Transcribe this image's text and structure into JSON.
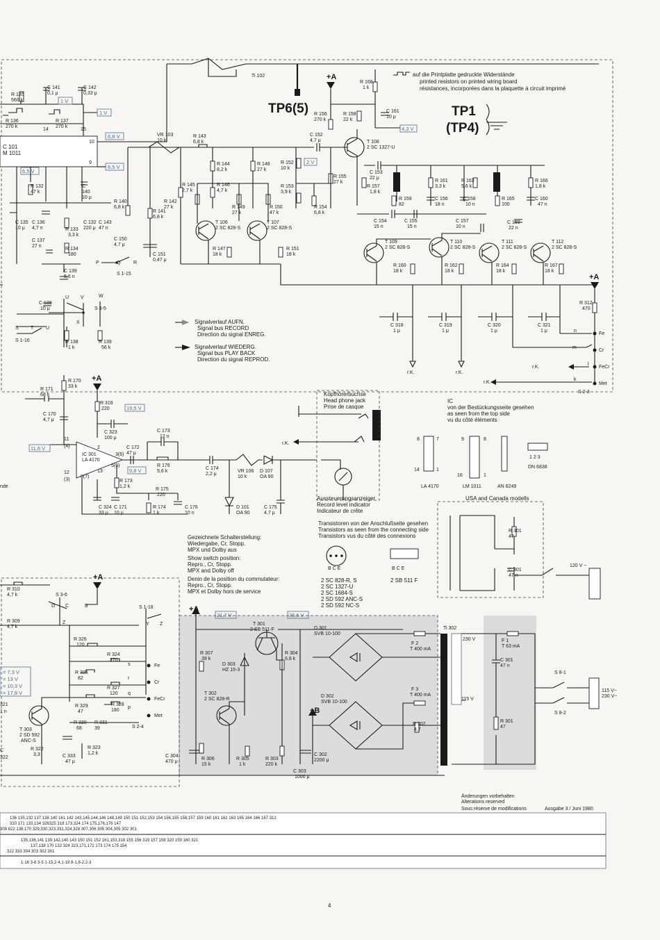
{
  "header": {
    "tp6": "TP6(5)",
    "tp1": "TP1",
    "tp4": "(TP4)",
    "note": [
      "auf die Printplatte gedruckte Widerstände",
      "printed resistors on printed wiring board",
      "résistances, incorporées dans la plaquette à circuit imprimé"
    ]
  },
  "voltages": [
    "1 V",
    "1 V",
    "6,8 V",
    "6,5 V",
    "6,5 V",
    "2 V",
    "4,3 V",
    "19,5 V",
    "11,6 V",
    "9,8 V",
    "21,7 V",
    "30,6 V"
  ],
  "components": {
    "r135": [
      "R 135",
      "560 k"
    ],
    "r136": [
      "R 136",
      "270 k"
    ],
    "r137": [
      "R 137",
      "270 k"
    ],
    "c141": [
      "C 141",
      "0,1 μ"
    ],
    "c142": [
      "C 142",
      "0,33 μ"
    ],
    "ic101": [
      "C 101",
      "M 1011"
    ],
    "r132": [
      "R 132",
      "47 k"
    ],
    "c135": [
      "C 135",
      "10 μ"
    ],
    "c136": [
      "C 136",
      "4,7 n"
    ],
    "r133": [
      "R 133",
      "3,3 k"
    ],
    "c140": [
      "C",
      "140",
      "10 μ"
    ],
    "c132": [
      "C 132",
      "220 μ"
    ],
    "c143": [
      "C 143",
      "47 n"
    ],
    "c137": [
      "C 137",
      "27 n"
    ],
    "r134": [
      "R 134",
      "180"
    ],
    "c139": [
      "C 139",
      "5,6 n"
    ],
    "c138": [
      "C 138",
      "10 μ"
    ],
    "r138": [
      "R 138",
      "1 k"
    ],
    "r139": [
      "R 139",
      "56 k"
    ],
    "vr103": [
      "VR 103",
      "10 k"
    ],
    "r143": [
      "R 143",
      "6,8 k"
    ],
    "r144": [
      "R 144",
      "8,2 k"
    ],
    "r148": [
      "R 148",
      "27 k"
    ],
    "r145": [
      "R 145",
      "2,7 k"
    ],
    "r146": [
      "R 146",
      "4,7 k"
    ],
    "r140": [
      "R 140",
      "6,8 k"
    ],
    "r141": [
      "R 141",
      "6,8 k"
    ],
    "r142": [
      "R 142",
      "27 k"
    ],
    "r149": [
      "R 149",
      "27 k"
    ],
    "r150": [
      "R 150",
      "47 k"
    ],
    "c150": [
      "C 150",
      "4,7 μ"
    ],
    "c151": [
      "C 151",
      "0,47 μ"
    ],
    "t106": [
      "T 106",
      "2 SC 828-S"
    ],
    "t107": [
      "T 107",
      "2 SC 828-S"
    ],
    "r147": [
      "R 147",
      "18 k"
    ],
    "r151": [
      "R 151",
      "18 k"
    ],
    "r156": [
      "R 156",
      "270 k"
    ],
    "r158": [
      "R 158",
      "22 k"
    ],
    "r168": [
      "R 168",
      "1 k"
    ],
    "c161": [
      "C 161",
      "10 μ"
    ],
    "c152": [
      "C 152",
      "4,7 μ"
    ],
    "r152": [
      "R 152",
      "10 k"
    ],
    "r153": [
      "R 153",
      "3,9 k"
    ],
    "r154": [
      "R 154",
      "6,8 k"
    ],
    "r155": [
      "R 155",
      "27 k"
    ],
    "t108": [
      "T 108",
      "2 SC 1327-U"
    ],
    "r157": [
      "R 157",
      "1,8 k"
    ],
    "c153": [
      "C 153",
      "22 μ"
    ],
    "r159": [
      "R 159",
      "82"
    ],
    "r161": [
      "R 161",
      "3,3 k"
    ],
    "r163": [
      "R 163",
      "5,6 k"
    ],
    "r165": [
      "R 165",
      "100"
    ],
    "r166": [
      "R 166",
      "1,8 k"
    ],
    "c156": [
      "C 156",
      "18 n"
    ],
    "c158": [
      "C 158",
      "10 n"
    ],
    "c160": [
      "C 160",
      "47 n"
    ],
    "c154": [
      "C 154",
      "15 n"
    ],
    "c155": [
      "C 155",
      "15 n"
    ],
    "c157": [
      "C 157",
      "10 n"
    ],
    "c159": [
      "C 159",
      "22 n"
    ],
    "t109": [
      "T 109",
      "2 SC 828-S"
    ],
    "t110": [
      "T 110",
      "2 SC 828-S"
    ],
    "t111": [
      "T 111",
      "2 SC 828-S"
    ],
    "t112": [
      "T 112",
      "2 SC 828-S"
    ],
    "r160": [
      "R 160",
      "18 k"
    ],
    "r162": [
      "R 162",
      "18 k"
    ],
    "r164": [
      "R 164",
      "18 k"
    ],
    "r167": [
      "R 167",
      "18 k"
    ],
    "c318": [
      "C 318",
      "1 μ"
    ],
    "c319": [
      "C 319",
      "1 μ"
    ],
    "c320": [
      "C 320",
      "1 μ"
    ],
    "c321": [
      "C 321",
      "1 μ"
    ],
    "r312": [
      "R 312",
      "470"
    ],
    "ti102": "Ti 102",
    "r171": [
      "R 171",
      "68 k"
    ],
    "r170": [
      "R 170",
      "33 k"
    ],
    "c170": [
      "C 170",
      "4,7 μ"
    ],
    "r318": [
      "R 318",
      "220"
    ],
    "c323": [
      "C 323",
      "100 μ"
    ],
    "ic301": [
      "IC 301",
      "LA 4170"
    ],
    "c172": [
      "C 172",
      "47 μ"
    ],
    "c173": [
      "C 173",
      "12 n"
    ],
    "r176": [
      "R 176",
      "5,6 k"
    ],
    "r173": [
      "R 173",
      "1,2 k"
    ],
    "r175": [
      "R 175",
      "220"
    ],
    "r174": [
      "R 174",
      "1 k"
    ],
    "c324": [
      "C 324",
      "33 μ"
    ],
    "c171": [
      "C 171",
      "10 μ"
    ],
    "c176": [
      "C 176",
      "10 n"
    ],
    "c174": [
      "C 174",
      "2,2 μ"
    ],
    "vr106": [
      "VR 106",
      "10 k"
    ],
    "d107": [
      "D 107",
      "OA 90"
    ],
    "d101": [
      "D 101",
      "OA 90"
    ],
    "c175": [
      "C 175",
      "4,7 μ"
    ],
    "r310": [
      "R 310",
      "4,7 k"
    ],
    "r309": [
      "R 309",
      "4,7 k"
    ],
    "r326": [
      "R 326",
      "120"
    ],
    "r324": [
      "R 324",
      "270"
    ],
    "r325": [
      "R 325",
      "82"
    ],
    "r327": [
      "R 327",
      "120"
    ],
    "r328": [
      "R 328",
      "180"
    ],
    "r329": [
      "R 329",
      "47"
    ],
    "r330": [
      "R 330",
      "68"
    ],
    "r331": [
      "R 331",
      "39"
    ],
    "r322": [
      "R 322",
      "3,3"
    ],
    "r323": [
      "R 323",
      "1,2 k"
    ],
    "c333": [
      "C 333",
      "47 μ"
    ],
    "t303": [
      "T 303",
      "2 SD 592",
      "ANC-S"
    ],
    "r307": [
      "R 307",
      "39 k"
    ],
    "d303": [
      "D 303",
      "HZ 15-3"
    ],
    "t301": [
      "T 301",
      "2 SB 511-F"
    ],
    "r304": [
      "R 304",
      "6,8 k"
    ],
    "t302": [
      "T 302",
      "2 SC 828-R"
    ],
    "c304": [
      "C 304",
      "470 μ"
    ],
    "r306": [
      "R 306",
      "15 k"
    ],
    "r305": [
      "R 305",
      "1 k"
    ],
    "r303": [
      "R 303",
      "220 k"
    ],
    "c302": [
      "C 302",
      "2200 μ"
    ],
    "c303": [
      "C 303",
      "1000 μ"
    ],
    "d301": [
      "D 301",
      "SVB 10-100"
    ],
    "d302": [
      "D 302",
      "SVB 10-100"
    ],
    "f2": [
      "F 2",
      "T 400 mA"
    ],
    "f3": [
      "F 3",
      "T 400 mA"
    ],
    "r302": [
      "R 302",
      "4,7"
    ],
    "ti302": "Ti 302",
    "f1": [
      "F 1",
      "T 63 mA"
    ],
    "c301": [
      "C 301",
      "47 n"
    ],
    "r301": [
      "R 301",
      "47"
    ],
    "v230": "230 V",
    "v115": "115 V",
    "s81": "S 8-1",
    "s82": "S 8-2",
    "mains": [
      "115 V~",
      "230 V~"
    ],
    "v120": "120 V ~"
  },
  "switches": [
    "S 1-15",
    "S 3-5",
    "S 1-16",
    "S 3-6",
    "S 1-18",
    "S 2-4",
    "S 2-3"
  ],
  "switch_letters": [
    "P",
    "Q",
    "R",
    "U",
    "V",
    "W",
    "X",
    "S",
    "T",
    "U",
    "D",
    "C",
    "B",
    "Z",
    "Y",
    "Z",
    "s",
    "r",
    "q",
    "p"
  ],
  "outputs": [
    "Fe",
    "Cr",
    "FeCr",
    "Met",
    "n",
    "m",
    "l",
    "k",
    "r.K."
  ],
  "legend": {
    "record": [
      "Signalverlauf AUFN.",
      "Signal bus RECORD",
      "Direction du signal ENREG."
    ],
    "play": [
      "Signalverlauf WIEDERG.",
      "Signal bus PLAY BACK",
      "Direction du signal REPROD."
    ]
  },
  "switch_position": [
    "Gezeichnete Schalterstellung:",
    "Wiedergabe, Cr, Stopp.",
    "MPX und Dolby aus",
    "Show switch position:",
    "Repro., Cr, Stopp.",
    "MPX and Dolby off",
    "Denin de la position du commutateur:",
    "Repro., Cr, Stopp.",
    "MPX et Dolby hors de service"
  ],
  "headphone": [
    "Kopfhörerbuchse",
    "Head phone jack",
    "Prise de casque"
  ],
  "level": [
    "Aussteuerungsanzeiger",
    "Record level indicator",
    "Indicateur de crête"
  ],
  "ic_view": [
    "IC",
    "von der Bestückungsseite gesehen",
    "as seen from the top side",
    "vu du côté éléments"
  ],
  "ic_names": [
    "LA 4170",
    "LM 1011",
    "AN 6249",
    "DN 6838"
  ],
  "ic_pins": [
    "8",
    "7",
    "14",
    "1",
    "9",
    "8",
    "16",
    "1",
    "1 2 3"
  ],
  "transistor_view": [
    "Transistoren von der Anschlußseite gesehen",
    "Transistors as seen from the connecting side",
    "Transistors vus du côté des connexions"
  ],
  "bce": [
    "B C E",
    "B C E"
  ],
  "transistor_types": [
    "2 SC 828-R, S",
    "2 SC 1327-U",
    "2 SC 1684-S",
    "2 SD 592 ANC-S",
    "2 SD 592 NC-S"
  ],
  "transistor_type_b": "2 SB 511 F",
  "usa": "USA and Canada modells",
  "left_voltages": [
    "= 7,3 V",
    "= 13 V",
    "= 10,3 V",
    "= 17,8 V"
  ],
  "left_edge": [
    "nde",
    "321",
    "1 n",
    "C",
    "322"
  ],
  "changes": [
    "Änderungen vorbehalten",
    "Alterations reserved",
    "Sous réserve de modifications"
  ],
  "edition": "Ausgabe 3 / Juni 1980",
  "table_rows": [
    "136   135,132   137      138      140  161      142  143,145,144,146   148,149 150  151  152,153 154   156,155   158,157    159   160   161    162   163   165   164  166    167   312",
    "310      171  133,134 326325 318  173,324   174  175,176,176     147",
    "309      822  138,170 329,330,323,331,324,328        307,306          305        304,305                          302                       301",
    "135,136,141 139   142,140 143     150   151                                         152               161,153,318   155   156  319   157   158   320   159   160  321",
    "137,138 170   132   324 323,171,172     173          174         175                            154",
    "322           333                               304                              303   302                                    301",
    "1-16            3-6           3-5     1-15,2-4,1-18                                                                                      8-1,8-2,2-3"
  ],
  "page_number": "4"
}
